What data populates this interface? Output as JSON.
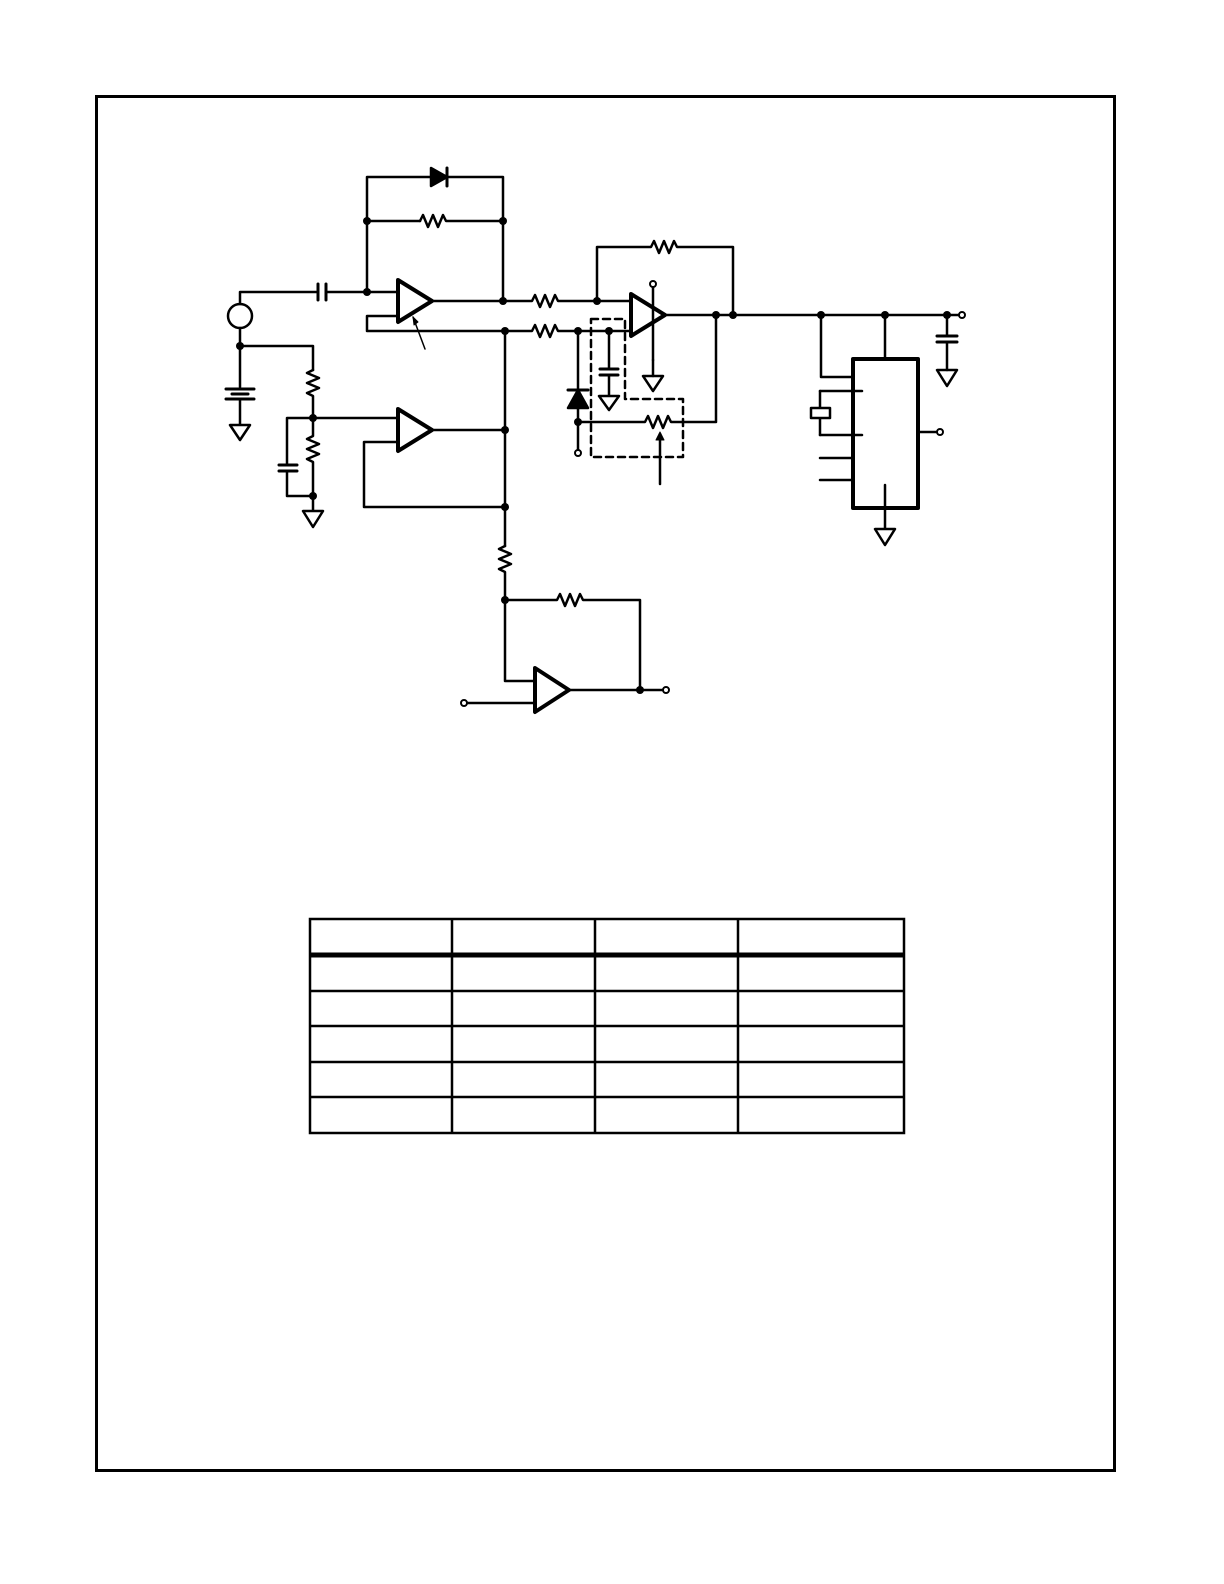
{
  "figure": {
    "type": "circuit-schematic",
    "line_color": "#000000",
    "background": "#ffffff",
    "labels": []
  },
  "table": {
    "columns": 4,
    "rows": 6,
    "header_rows": 1,
    "cells": [
      [
        "",
        "",
        "",
        ""
      ],
      [
        "",
        "",
        "",
        ""
      ],
      [
        "",
        "",
        "",
        ""
      ],
      [
        "",
        "",
        "",
        ""
      ],
      [
        "",
        "",
        "",
        ""
      ],
      [
        "",
        "",
        "",
        ""
      ]
    ]
  }
}
